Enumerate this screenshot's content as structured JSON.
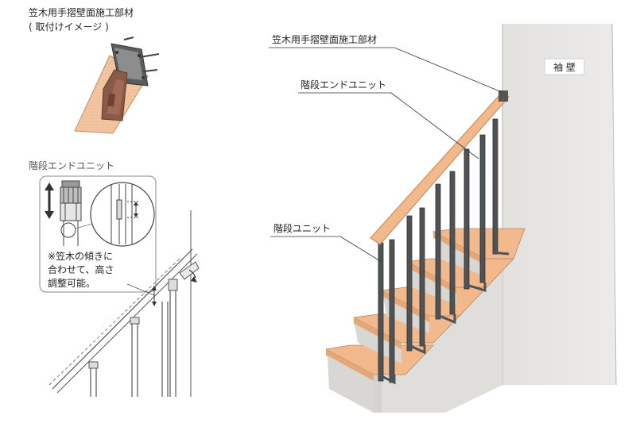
{
  "labels": {
    "kasagi_part_title": "笠木用手摺壁面施工部材",
    "kasagi_part_subtitle": "( 取付けイメージ )",
    "end_unit_section": "階段エンドユニット",
    "note_line1": "※笠木の傾きに",
    "note_line2": "合わせて、高さ",
    "note_line3": "調整可能。",
    "callout_kasagi_part": "笠木用手摺壁面施工部材",
    "callout_end_unit": "階段エンドユニット",
    "callout_stair_unit": "階段ユニット",
    "wall": "袖 壁"
  },
  "colors": {
    "wood": "#f2b98c",
    "wood_edge": "#b9855a",
    "wall": "#e6e4e1",
    "wall_shade": "#d7d5d1",
    "step_face": "#dedcd9",
    "baluster": "#505355",
    "bracket_dark": "#555555",
    "bracket_brown": "#8a5a48"
  }
}
